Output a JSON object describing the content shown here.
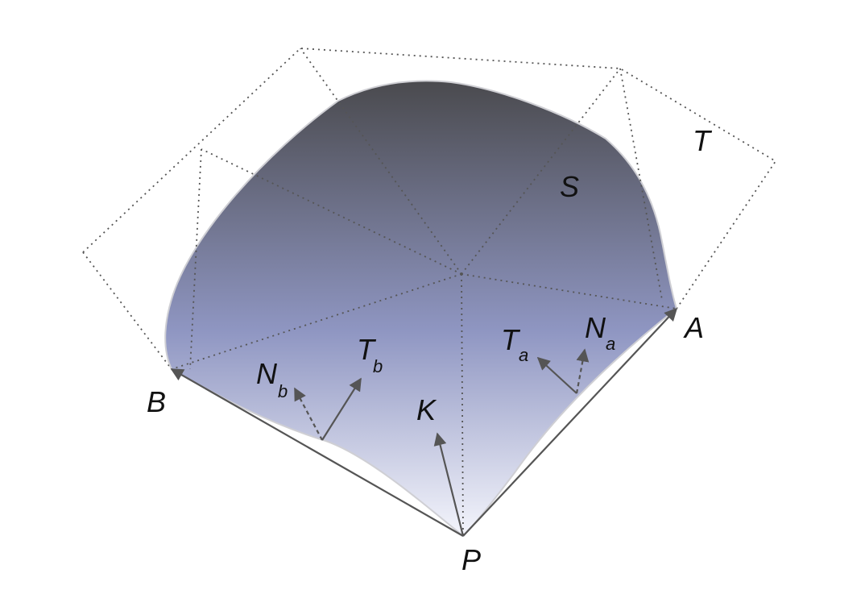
{
  "colors": {
    "surface_top": "#4a4a4e",
    "surface_mid": "#8f96c2",
    "surface_bottom": "#f4f5fc",
    "line": "#555555",
    "dotted": "#555555"
  },
  "labels": {
    "T": "T",
    "S": "S",
    "A": "A",
    "B": "B",
    "P": "P",
    "K": "K",
    "Ta_main": "T",
    "Ta_sub": "a",
    "Na_main": "N",
    "Na_sub": "a",
    "Tb_main": "T",
    "Tb_sub": "b",
    "Nb_main": "N",
    "Nb_sub": "b"
  }
}
